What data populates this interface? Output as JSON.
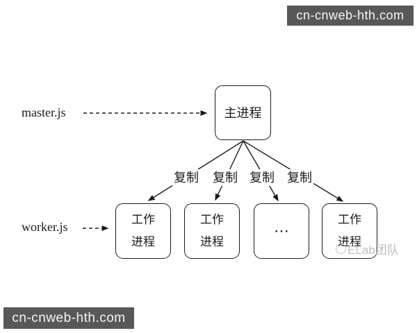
{
  "banners": {
    "top_right": "cn-cnweb-hth.com",
    "bottom_left": "cn-cnweb-hth.com"
  },
  "diagram": {
    "file_labels": {
      "master": "master.js",
      "worker": "worker.js"
    },
    "master_box": {
      "label": "主进程"
    },
    "copy_labels": [
      "复制",
      "复制",
      "复制",
      "复制"
    ],
    "worker_boxes": [
      {
        "lines": [
          "工作",
          "进程"
        ]
      },
      {
        "lines": [
          "工作",
          "进程"
        ]
      },
      {
        "ellipsis": "⋯"
      },
      {
        "lines": [
          "工作",
          "进程"
        ]
      }
    ],
    "watermark": "ELab团队"
  },
  "colors": {
    "banner_bg": "#58585a",
    "line_color": "#1a1a1a",
    "watermark_color": "#b3b3b3"
  }
}
